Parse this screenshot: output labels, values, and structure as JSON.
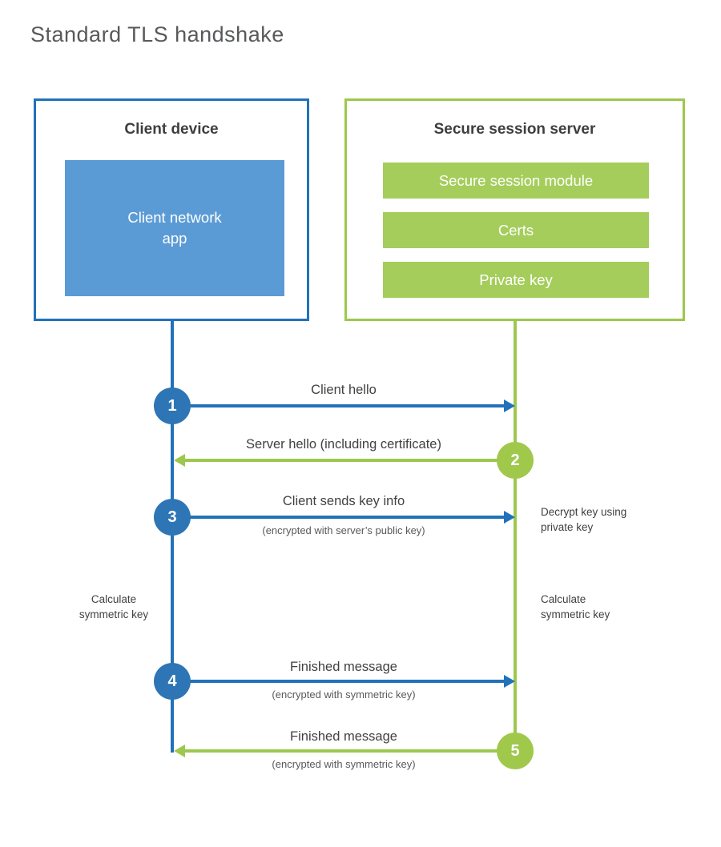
{
  "title": "Standard TLS handshake",
  "colors": {
    "blue_border": "#2272b9",
    "blue_fill": "#5b9bd5",
    "blue_circle": "#2e75b6",
    "green": "#9cc84e",
    "green_fill": "#a5cd5c",
    "text_dark": "#414042",
    "text_gray": "#58595b"
  },
  "client": {
    "title": "Client device",
    "app": "Client network\napp"
  },
  "server": {
    "title": "Secure session server",
    "modules": [
      "Secure session module",
      "Certs",
      "Private key"
    ]
  },
  "steps": [
    {
      "num": "1",
      "label": "Client hello",
      "sub": ""
    },
    {
      "num": "2",
      "label": "Server hello (including certificate)",
      "sub": ""
    },
    {
      "num": "3",
      "label": "Client sends key info",
      "sub": "(encrypted with server’s public key)"
    },
    {
      "num": "4",
      "label": "Finished message",
      "sub": "(encrypted with symmetric key)"
    },
    {
      "num": "5",
      "label": "Finished message",
      "sub": "(encrypted with symmetric key)"
    }
  ],
  "notes": {
    "decrypt": "Decrypt key using\nprivate key",
    "calc_left": "Calculate\nsymmetric key",
    "calc_right": "Calculate\nsymmetric key"
  }
}
